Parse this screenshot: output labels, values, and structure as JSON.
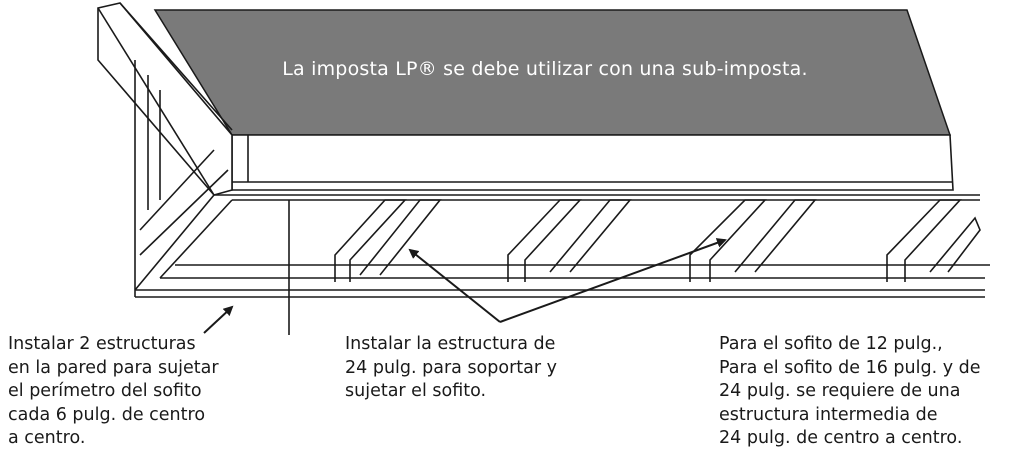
{
  "banner": {
    "text": "La imposta LP® se debe utilizar con una sub-imposta.",
    "fill_color": "#7a7a7a"
  },
  "captions": {
    "left": "Instalar 2 estructuras\nen la pared para sujetar\nel perímetro del sofito\ncada 6 pulg. de centro\na centro.",
    "middle": "Instalar la estructura de\n24 pulg. para soportar y\nsujetar el sofito.",
    "right": "Para el sofito de 12 pulg.,\nPara el sofito de 16 pulg. y de\n24 pulg. se requiere de una\nestructura intermedia de\n24 pulg. de centro a centro."
  },
  "colors": {
    "line": "#1a1a1a",
    "background": "#ffffff"
  }
}
